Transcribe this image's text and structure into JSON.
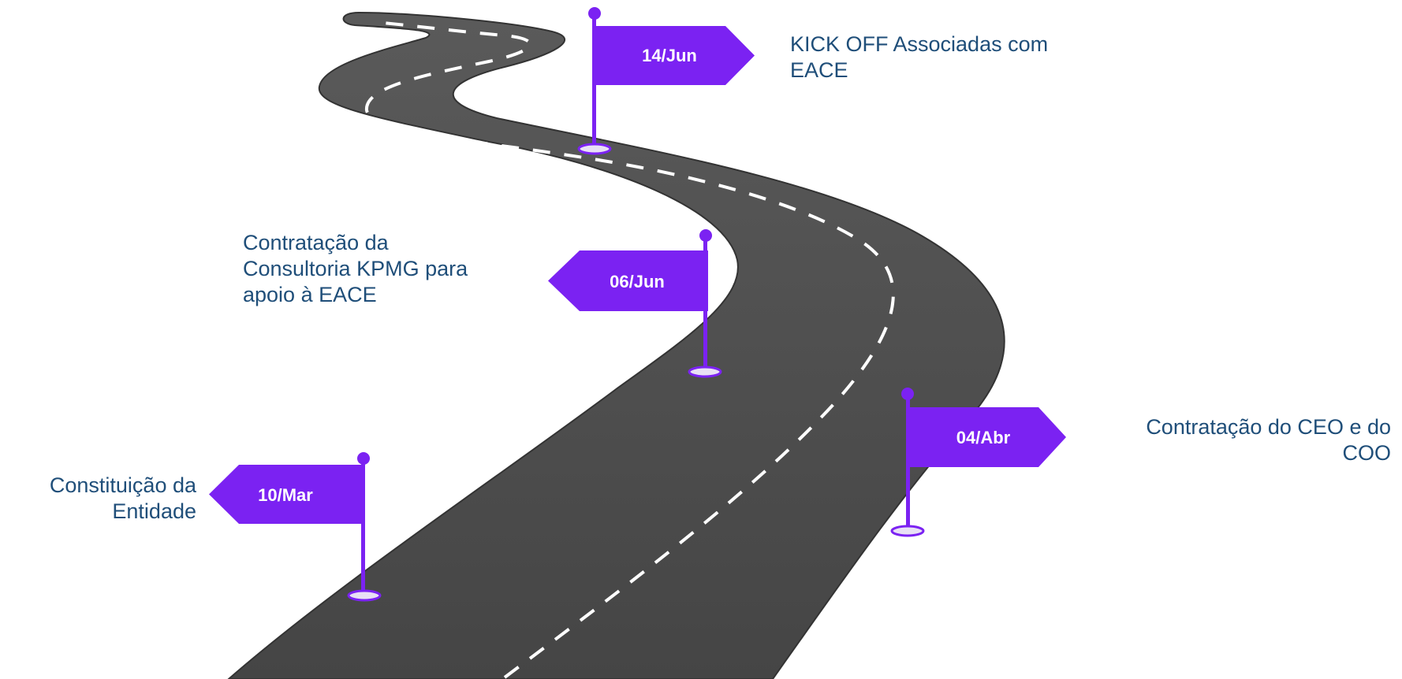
{
  "colors": {
    "road": "#4a4a4a",
    "road_edge": "#3a3a3a",
    "dash": "#ffffff",
    "flag": "#7b22f2",
    "text": "#1f4e79"
  },
  "milestones": [
    {
      "date": "10/Mar",
      "description": [
        "Constituição da",
        "Entidade"
      ]
    },
    {
      "date": "04/Abr",
      "description": [
        "Contratação do CEO e do",
        "COO"
      ]
    },
    {
      "date": "06/Jun",
      "description": [
        "Contratação da",
        "Consultoria KPMG para",
        "apoio à EACE"
      ]
    },
    {
      "date": "14/Jun",
      "description": [
        "KICK OFF Associadas com",
        "EACE"
      ]
    }
  ]
}
